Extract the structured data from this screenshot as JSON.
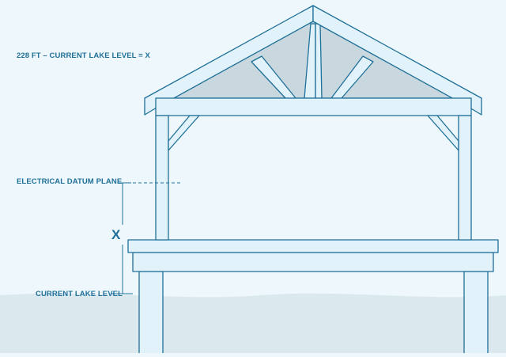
{
  "labels": {
    "formula": "228 FT – CURRENT LAKE LEVEL = X",
    "datum_plane": "ELECTRICAL DATUM PLANE",
    "current_lake_level": "CURRENT LAKE LEVEL",
    "x_marker": "X"
  },
  "colors": {
    "background": "#eef8fc",
    "water": "#dbe9ee",
    "structure_fill": "#e1f2fa",
    "structure_stroke": "#1f6f98",
    "roof_fill": "#c9d8df",
    "label_text": "#1f6f98"
  }
}
